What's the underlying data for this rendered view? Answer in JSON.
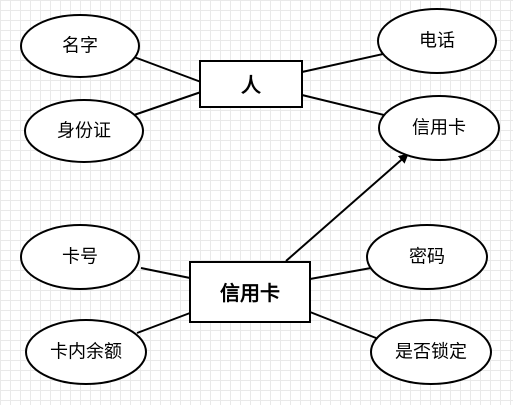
{
  "entities": {
    "person": "人",
    "credit_card": "信用卡"
  },
  "attributes": {
    "name": "名字",
    "id_card": "身份证",
    "phone": "电话",
    "credit_card": "信用卡",
    "card_number": "卡号",
    "balance": "卡内余额",
    "password": "密码",
    "locked": "是否锁定"
  }
}
